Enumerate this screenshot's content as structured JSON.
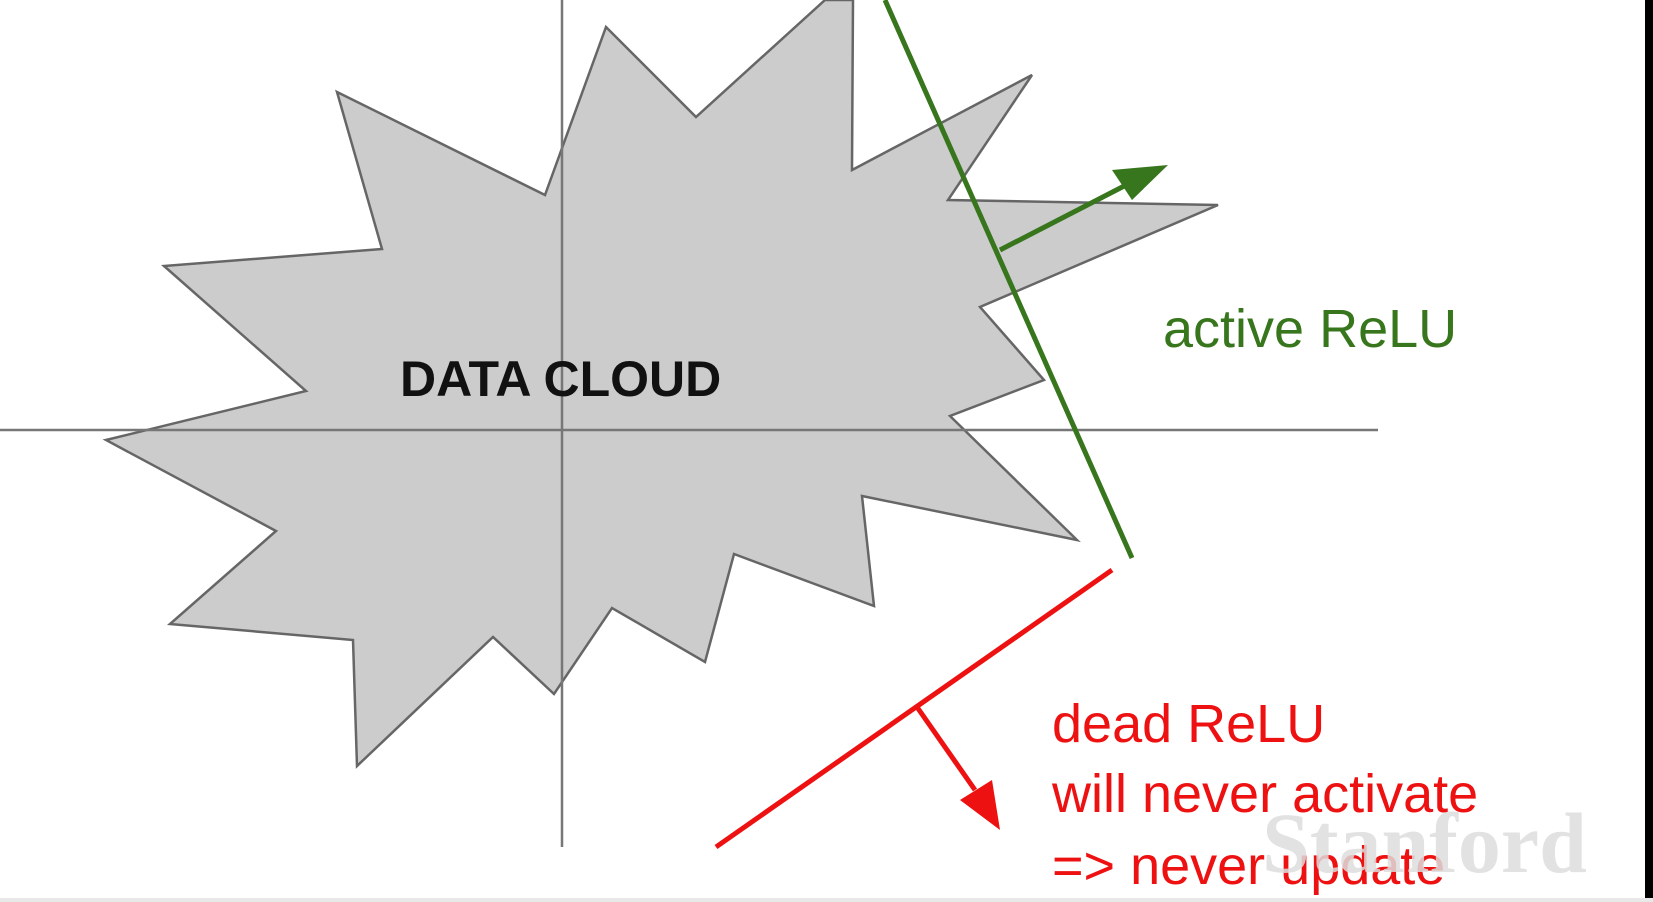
{
  "diagram": {
    "cloud_label": "DATA CLOUD",
    "active_label": "active ReLU",
    "dead_label_lines": [
      "dead ReLU",
      "will never activate",
      "=> never update"
    ],
    "watermark": "Stanford"
  },
  "colors": {
    "cloud_fill": "#cccccc",
    "cloud_stroke": "#666666",
    "axis": "#777777",
    "active": "#38761d",
    "dead": "#ee1111",
    "watermark": "#dddddd"
  }
}
